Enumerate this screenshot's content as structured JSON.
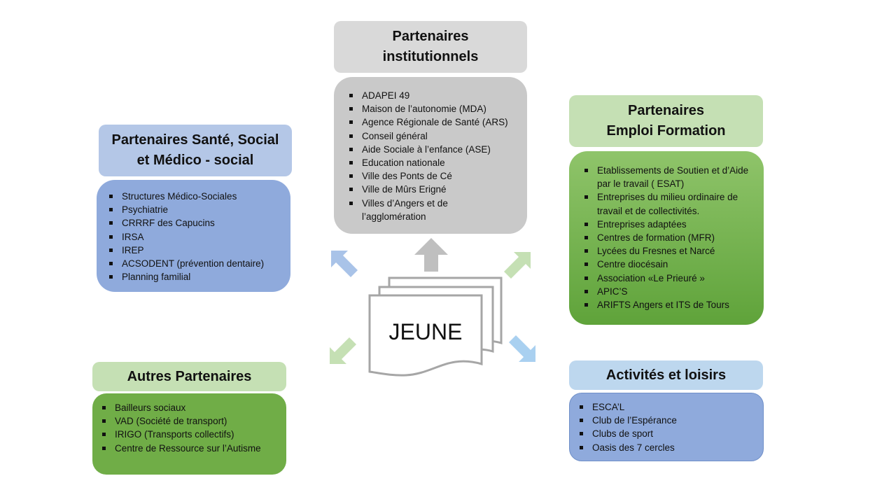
{
  "colors": {
    "header_grey": "#d9d9d9",
    "body_grey": "#c9c9c9",
    "header_blue": "#b4c7e7",
    "body_blue": "#8faadc",
    "header_green": "#c5e0b4",
    "body_green_top": "#8fc46a",
    "body_green_bottom": "#5fa33a",
    "body_green_flat": "#70ad47",
    "header_lightblue": "#bdd7ee",
    "arrow_grey": "#bfbfbf",
    "arrow_blue": "#a9c3e8",
    "arrow_green": "#c5e0b4",
    "arrow_lightblue": "#a9d0f0"
  },
  "center": {
    "label": "JEUNE"
  },
  "institutionnels": {
    "title_line1": "Partenaires",
    "title_line2": "institutionnels",
    "items": [
      "ADAPEI 49",
      "Maison de l’autonomie (MDA)",
      "Agence Régionale de Santé (ARS)",
      "Conseil général",
      "Aide Sociale à l’enfance (ASE)",
      "Education nationale",
      "Ville des Ponts  de Cé",
      "Ville de Mûrs Erigné",
      "Villes d’Angers et de l’agglomération"
    ]
  },
  "sante": {
    "title_line1": "Partenaires Santé, Social",
    "title_line2": "et Médico - social",
    "items": [
      "Structures Médico-Sociales",
      "Psychiatrie",
      "CRRRF des Capucins",
      "IRSA",
      "IREP",
      "ACSODENT (prévention dentaire)",
      "Planning familial"
    ]
  },
  "emploi": {
    "title_line1": "Partenaires",
    "title_line2": "Emploi Formation",
    "items": [
      "Etablissements de Soutien et d’Aide par le travail ( ESAT)",
      "Entreprises du milieu ordinaire de travail et de collectivités.",
      "Entreprises adaptées",
      "Centres de formation  (MFR)",
      "Lycées du Fresnes et Narcé",
      "Centre diocésain",
      "Association «Le Prieuré »",
      "APIC’S",
      "ARIFTS Angers et ITS de Tours"
    ]
  },
  "autres": {
    "title": "Autres Partenaires",
    "items": [
      "Bailleurs sociaux",
      "VAD (Société de transport)",
      "IRIGO (Transports collectifs)",
      "Centre de Ressource sur l’Autisme"
    ]
  },
  "loisirs": {
    "title": "Activités et loisirs",
    "items": [
      "ESCA’L",
      "Club de l’Espérance",
      "Clubs de sport",
      "Oasis des 7 cercles"
    ]
  }
}
